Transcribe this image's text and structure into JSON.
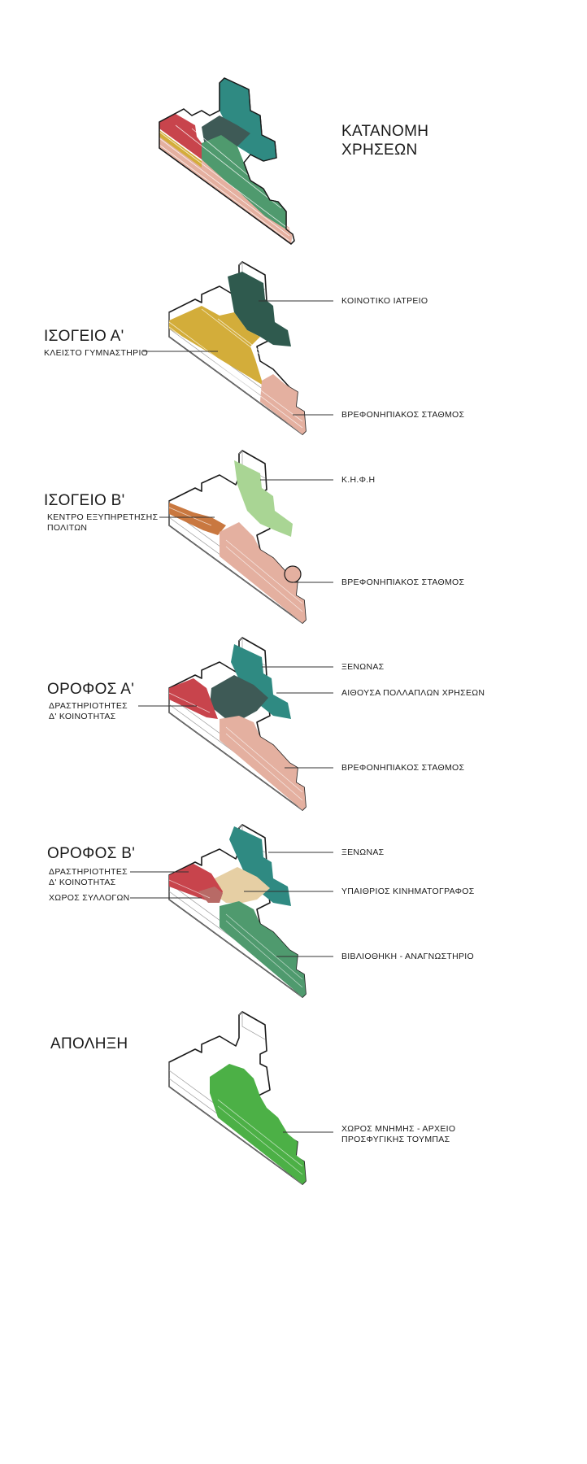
{
  "main_title": [
    "ΚΑΤΑΝΟΜΗ",
    "ΧΡΗΣΕΩΝ"
  ],
  "colors": {
    "gym_yellow": "#d3ad3a",
    "clinic_dark_green": "#2f5a4e",
    "nursery_pink": "#e4b0a0",
    "citizen_orange": "#c97840",
    "kifi_light_green": "#a9d594",
    "guest_teal": "#2f8a82",
    "hall_dark_slate": "#3e5a56",
    "community_red": "#c8444c",
    "cinema_sand": "#e6cfa4",
    "library_green": "#4f9a6e",
    "memory_green": "#4cb046",
    "outline": "#1a1a1a"
  },
  "diagrams": [
    {
      "id": "overview",
      "title": "",
      "subtitle": "",
      "labels": []
    },
    {
      "id": "ground-a",
      "title": "ΙΣΟΓΕΙΟ Α'",
      "subtitle": "ΚΛΕΙΣΤΟ ΓΥΜΝΑΣΤΗΡΙΟ",
      "labels": [
        "ΚΟΙΝΟΤΙΚΟ ΙΑΤΡΕΙΟ",
        "ΒΡΕΦΟΝΗΠΙΑΚΟΣ ΣΤΑΘΜΟΣ"
      ]
    },
    {
      "id": "ground-b",
      "title": "ΙΣΟΓΕΙΟ Β'",
      "subtitle": "ΚΕΝΤΡΟ ΕΞΥΠΗΡΕΤΗΣΗΣ ΠΟΛΙΤΩΝ",
      "subtitle_lines": [
        "ΚΕΝΤΡΟ ΕΞΥΠΗΡΕΤΗΣΗΣ",
        "ΠΟΛΙΤΩΝ"
      ],
      "labels": [
        "Κ.Η.Φ.Η",
        "ΒΡΕΦΟΝΗΠΙΑΚΟΣ ΣΤΑΘΜΟΣ"
      ]
    },
    {
      "id": "floor-a",
      "title": "ΟΡΟΦΟΣ Α'",
      "subtitle_lines": [
        "ΔΡΑΣΤΗΡΙΟΤΗΤΕΣ",
        "Δ' ΚΟΙΝΟΤΗΤΑΣ"
      ],
      "labels": [
        "ΞΕΝΩΝΑΣ",
        "ΑΙΘΟΥΣΑ ΠΟΛΛΑΠΛΩΝ ΧΡΗΣΕΩΝ",
        "ΒΡΕΦΟΝΗΠΙΑΚΟΣ ΣΤΑΘΜΟΣ"
      ]
    },
    {
      "id": "floor-b",
      "title": "ΟΡΟΦΟΣ Β'",
      "subtitle_lines": [
        "ΔΡΑΣΤΗΡΙΟΤΗΤΕΣ",
        "Δ' ΚΟΙΝΟΤΗΤΑΣ"
      ],
      "subtitle2": "ΧΩΡΟΣ ΣΥΛΛΟΓΩΝ",
      "labels": [
        "ΞΕΝΩΝΑΣ",
        "ΥΠΑΙΘΡΙΟΣ ΚΙΝΗΜΑΤΟΓΡΑΦΟΣ",
        "ΒΙΒΛΙΟΘΗΚΗ - ΑΝΑΓΝΩΣΤΗΡΙΟ"
      ]
    },
    {
      "id": "roof",
      "title": "ΑΠΟΛΗΞΗ",
      "subtitle": "",
      "label_lines": [
        "ΧΩΡΟΣ ΜΝΗΜΗΣ - ΑΡΧΕΙΟ",
        "ΠΡΟΣΦΥΓΙΚΗΣ ΤΟΥΜΠΑΣ"
      ]
    }
  ]
}
